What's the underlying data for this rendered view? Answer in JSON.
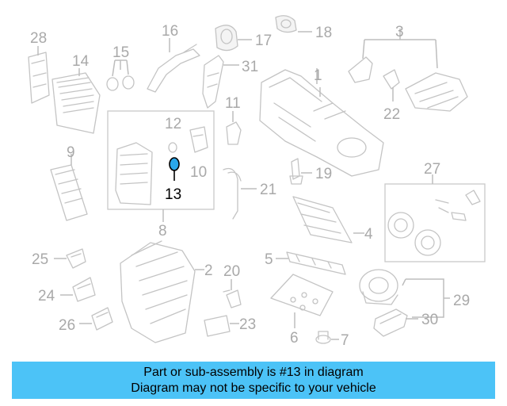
{
  "diagram": {
    "callouts": [
      "28",
      "14",
      "15",
      "16",
      "17",
      "18",
      "3",
      "1",
      "31",
      "22",
      "9",
      "12",
      "11",
      "10",
      "19",
      "13",
      "27",
      "21",
      "8",
      "4",
      "25",
      "2",
      "5",
      "20",
      "29",
      "24",
      "23",
      "26",
      "30",
      "6",
      "7"
    ],
    "highlighted_part": "13"
  },
  "banner": {
    "line1": "Part or sub-assembly is #13 in diagram",
    "line2": "Diagram may not be specific to your vehicle"
  },
  "colors": {
    "banner_background": "#4cc3f7",
    "highlight_fill": "#2aa7ea",
    "line_art": "#c4c4c4",
    "callout_text": "#a9a9a9"
  }
}
